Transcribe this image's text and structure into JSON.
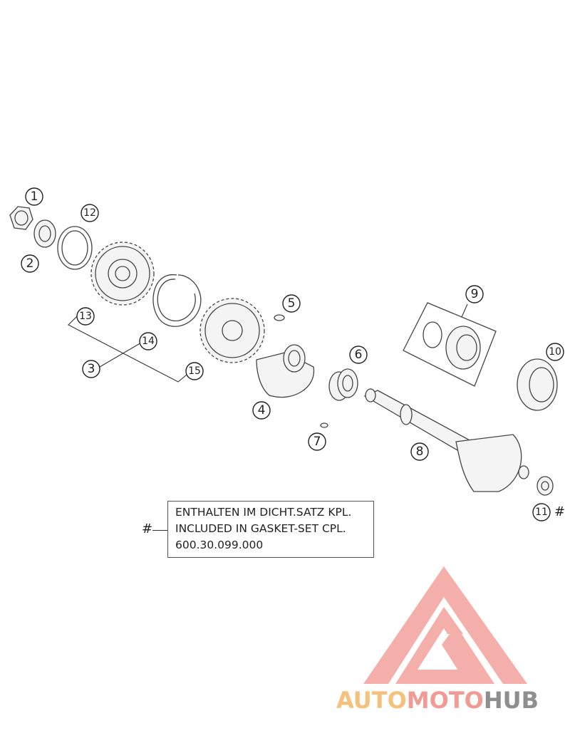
{
  "callouts": {
    "c1": "1",
    "c2": "2",
    "c3": "3",
    "c4": "4",
    "c5": "5",
    "c6": "6",
    "c7": "7",
    "c8": "8",
    "c9": "9",
    "c10": "10",
    "c11": "11",
    "c12": "12",
    "c13": "13",
    "c14": "14",
    "c15": "15"
  },
  "note": {
    "line1": "ENTHALTEN IM DICHT.SATZ KPL.",
    "line2": "INCLUDED IN GASKET-SET CPL.",
    "line3": "600.30.099.000",
    "marker": "#"
  },
  "part11_marker": "#",
  "logo": {
    "part1": "AUTO",
    "part2": "MOTO",
    "part3": "HUB",
    "colors": {
      "auto": "#f5c27e",
      "moto": "#f19b95",
      "hub": "#8e8e8e",
      "mark": "#f4a29c"
    }
  }
}
